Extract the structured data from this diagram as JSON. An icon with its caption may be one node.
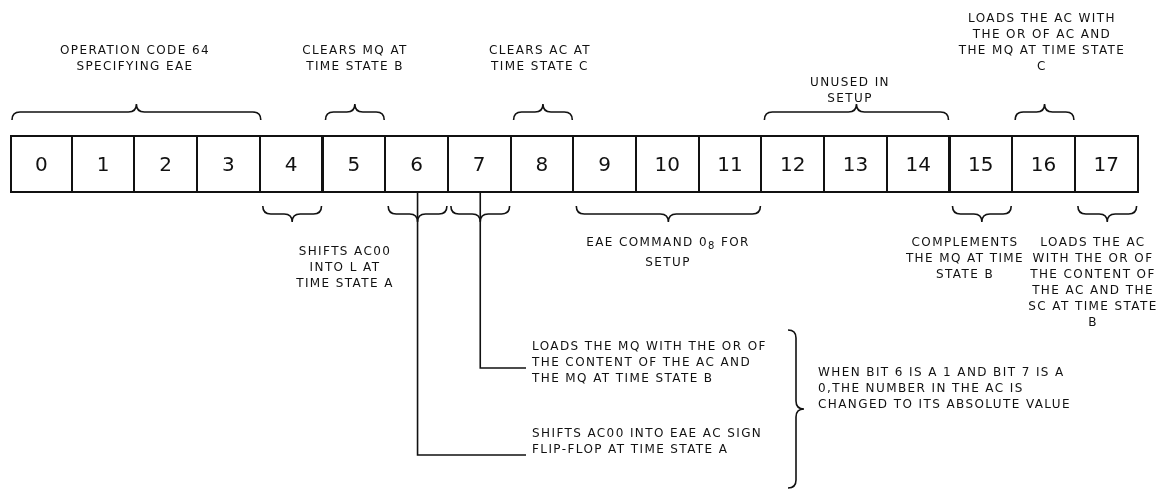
{
  "diagram": {
    "nodes": [
      {
        "text": [
          "0"
        ]
      },
      {
        "text": [
          "1"
        ]
      },
      {
        "text": [
          "2"
        ]
      },
      {
        "text": [
          "3"
        ]
      },
      {
        "text": [
          "4"
        ]
      },
      {
        "text": [
          "5"
        ]
      },
      {
        "text": [
          "6"
        ]
      },
      {
        "text": [
          "7"
        ]
      },
      {
        "text": [
          "8"
        ]
      },
      {
        "text": [
          "9"
        ]
      },
      {
        "text": [
          "10"
        ]
      },
      {
        "text": [
          "11"
        ]
      },
      {
        "text": [
          "12"
        ]
      },
      {
        "text": [
          "13"
        ]
      },
      {
        "text": [
          "14"
        ]
      },
      {
        "text": [
          "15"
        ]
      },
      {
        "text": [
          "16"
        ]
      },
      {
        "text": [
          "17"
        ]
      },
      {
        "text": [
          "LOADS THE MQ WITH THE OR OF THE CONTENT OF THE AC AND THE MQ AT TIME STATE B"
        ]
      },
      {
        "text": [
          "SHIFTS AC00 INTO EAE AC SIGN FLIP-FLOP AT TIME STATE A"
        ]
      }
    ],
    "edges": [
      {
        "from": 18,
        "to": 7,
        "arrow": "none"
      },
      {
        "from": 19,
        "to": 6,
        "arrow": "none"
      }
    ],
    "labels": [
      "OPERATION CODE 64 SPECIFYING EAE",
      "CLEARS MQ AT TIME STATE B",
      "CLEARS AC AT TIME STATE C",
      "UNUSED IN SETUP",
      "LOADS THE AC WITH THE OR OF AC AND THE MQ AT TIME STATE C",
      "SHIFTS AC00 INTO L AT TIME STATE A",
      "EAE COMMAND 0$_{8}$ FOR SETUP",
      "COMPLEMENTS THE MQ AT TIME STATE B",
      "LOADS THE AC WITH THE OR OF THE CONTENT OF THE AC AND THE SC AT TIME STATE B",
      "WHEN BIT 6 IS A 1 AND BIT 7 IS A 0,THE NUMBER IN THE AC IS CHANGED TO ITS ABSOLUTE VALUE"
    ]
  }
}
